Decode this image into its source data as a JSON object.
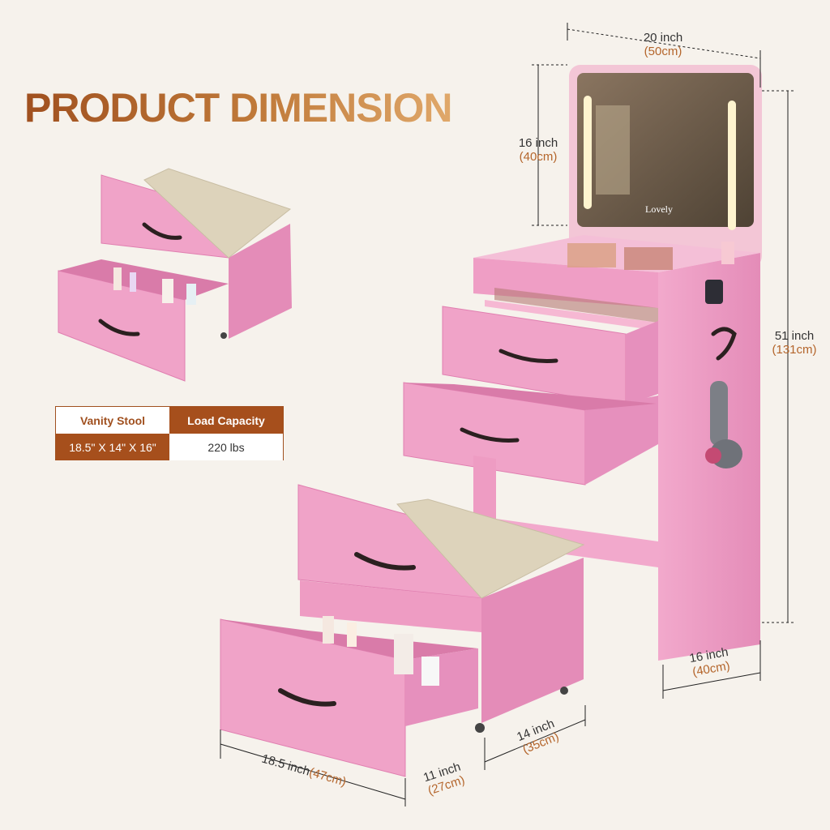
{
  "title": "PRODUCT DIMENSION",
  "mirror_brand": "Lovely",
  "colors": {
    "accent": "#b4652b",
    "pink": "#ef9ec5",
    "pink_dark": "#e184b2",
    "cushion": "#ddd3bb",
    "background": "#f6f2ec"
  },
  "spec_table": {
    "headers": [
      "Vanity Stool",
      "Load Capacity"
    ],
    "values": [
      "18.5\" X 14\" X 16\"",
      "220 lbs"
    ]
  },
  "dimensions": {
    "top_width": {
      "imperial": "20 inch",
      "metric": "(50cm)"
    },
    "mirror_height": {
      "imperial": "16 inch",
      "metric": "(40cm)"
    },
    "total_height": {
      "imperial": "51 inch",
      "metric": "(131cm)"
    },
    "vanity_depth": {
      "imperial": "16 inch",
      "metric": "(40cm)"
    },
    "stool_depth": {
      "imperial": "14 inch",
      "metric": "(35cm)"
    },
    "stool_height": {
      "imperial": "11 inch",
      "metric": "(27cm)"
    },
    "stool_width": {
      "imperial": "18.5 inch",
      "metric": "(47cm)"
    }
  }
}
